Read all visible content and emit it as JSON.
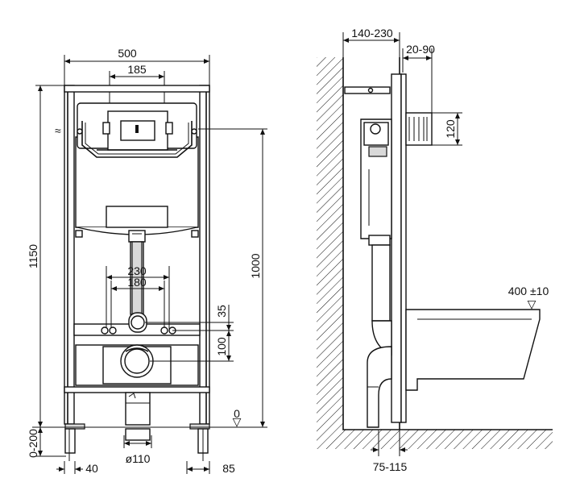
{
  "front_view": {
    "width_total": "500",
    "width_top": "185",
    "height_total": "1150",
    "height_inlet": "1000",
    "spacing_outer": "230",
    "spacing_inner": "180",
    "offset_35": "35",
    "offset_100": "100",
    "zero_level": "0",
    "foot_adjust": "0-200",
    "foot_width": "40",
    "foot_offset": "85",
    "pipe_diameter": "ø110"
  },
  "side_view": {
    "wall_depth": "140-230",
    "depth_range": "20-90",
    "flush_height": "120",
    "bowl_height": "400",
    "bowl_tolerance": "±10",
    "base_range": "75-115"
  },
  "symbols": {
    "water_inlet": "≈",
    "level_marker": "▽"
  }
}
